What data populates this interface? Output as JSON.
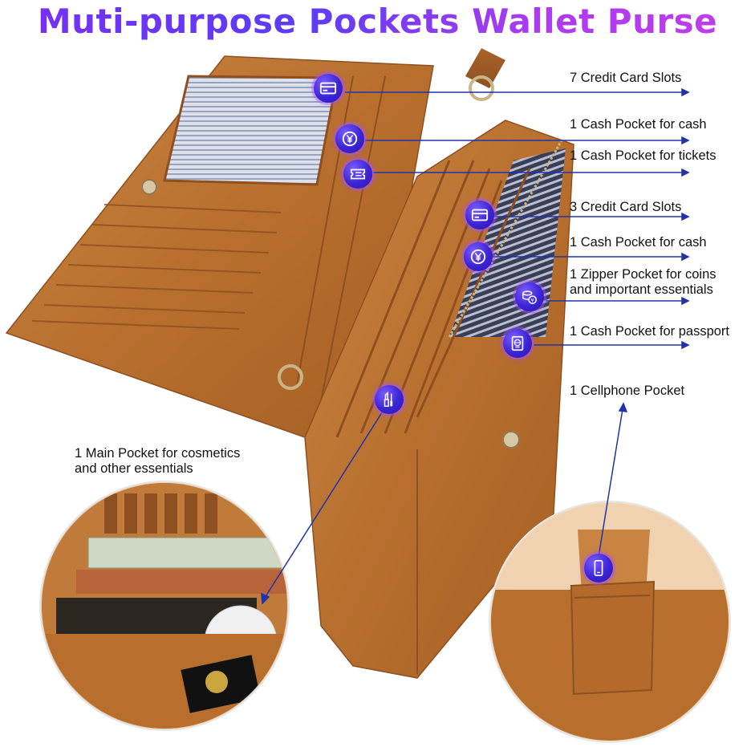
{
  "title": "Muti-purpose Pockets Wallet Purse",
  "callouts": {
    "credit_slots_7": "7 Credit Card Slots",
    "cash_pocket_1": "1 Cash Pocket for cash",
    "ticket_pocket": "1 Cash Pocket for tickets",
    "credit_slots_3": "3 Credit Card Slots",
    "cash_pocket_2": "1 Cash Pocket for cash",
    "zipper_line1": "1 Zipper Pocket for coins",
    "zipper_line2": "and important essentials",
    "passport_pocket": "1 Cash Pocket for passport",
    "cellphone_pocket": "1 Cellphone Pocket",
    "main_line1": "1 Main Pocket for cosmetics",
    "main_line2": "and other essentials"
  },
  "icons": [
    "credit-card-icon",
    "yen-coin-icon",
    "ticket-icon",
    "credit-card-icon",
    "yen-coin-icon",
    "coins-icon",
    "passport-icon",
    "lipstick-icon",
    "cellphone-icon"
  ],
  "colors": {
    "leather": "#b86f2e",
    "arrow": "#2233a8",
    "badge": "#3b24d6",
    "title_start": "#7b2ff7",
    "title_end": "#c23de8"
  }
}
